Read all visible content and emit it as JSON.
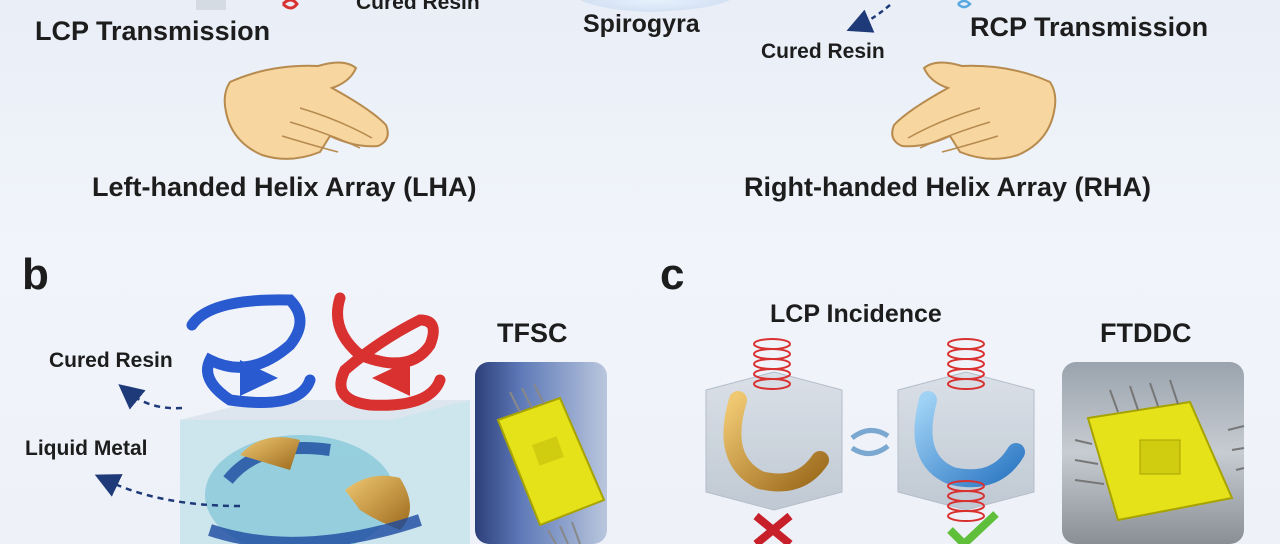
{
  "panel_a": {
    "cured_resin_top": "Cured Resin",
    "lcp_transmission": "LCP Transmission",
    "spirogyra": "Spirogyra",
    "cured_resin_right": "Cured Resin",
    "rcp_transmission": "RCP Transmission",
    "lha_label": "Left-handed Helix Array (LHA)",
    "rha_label": "Right-handed Helix Array (RHA)"
  },
  "panel_b": {
    "letter": "b",
    "cured_resin": "Cured Resin",
    "liquid_metal": "Liquid Metal",
    "device_title": "TFSC"
  },
  "panel_c": {
    "letter": "c",
    "incidence_title": "LCP Incidence",
    "device_title": "FTDDC"
  },
  "colors": {
    "helix_red": "#d93030",
    "helix_blue": "#2a5ad0",
    "arrow_navy": "#1f3a78",
    "gold": "#c8952f",
    "cyan_metal": "#5aa8e0",
    "chip_yellow": "#e6e21a",
    "cross_red": "#c8202a",
    "check_green": "#5fbf3a",
    "hand_skin": "#f7d6a0"
  },
  "icons": [
    "left-hand-icon",
    "right-hand-icon",
    "helix-icon",
    "cross-icon",
    "check-icon",
    "exchange-arrows-icon"
  ]
}
